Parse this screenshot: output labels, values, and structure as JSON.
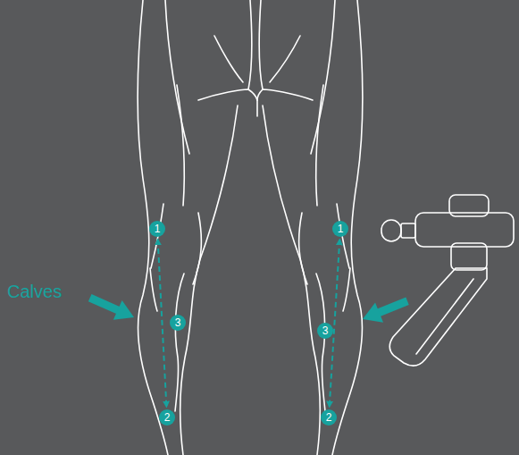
{
  "diagram": {
    "nodes": [
      {
        "text": [
          "1"
        ]
      },
      {
        "text": [
          "2"
        ]
      },
      {
        "text": [
          "3"
        ]
      },
      {
        "text": [
          "1"
        ]
      },
      {
        "text": [
          "2"
        ]
      },
      {
        "text": [
          "3"
        ]
      }
    ],
    "edges": [
      {
        "from": 0,
        "to": 1,
        "arrow": "both"
      },
      {
        "from": 3,
        "to": 4,
        "arrow": "both"
      }
    ],
    "labels": [
      "Calves"
    ]
  }
}
